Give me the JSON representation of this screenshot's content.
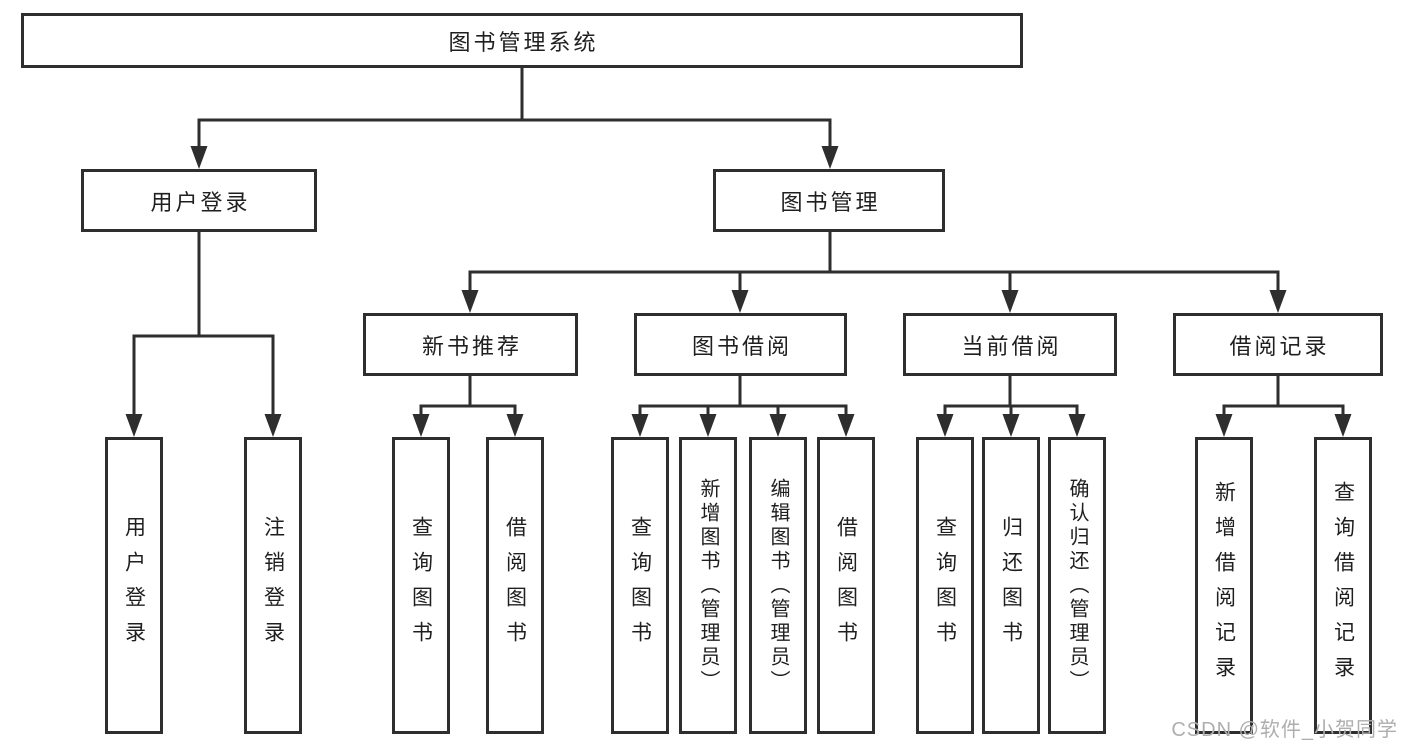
{
  "tree": {
    "label": "图书管理系统",
    "children": [
      {
        "label": "用户登录",
        "children": [
          {
            "label": "用户登录"
          },
          {
            "label": "注销登录"
          }
        ]
      },
      {
        "label": "图书管理",
        "children": [
          {
            "label": "新书推荐",
            "children": [
              {
                "label": "查询图书"
              },
              {
                "label": "借阅图书"
              }
            ]
          },
          {
            "label": "图书借阅",
            "children": [
              {
                "label": "查询图书"
              },
              {
                "label": "新增图书（管理员）"
              },
              {
                "label": "编辑图书（管理员）"
              },
              {
                "label": "借阅图书"
              }
            ]
          },
          {
            "label": "当前借阅",
            "children": [
              {
                "label": "查询图书"
              },
              {
                "label": "归还图书"
              },
              {
                "label": "确认归还（管理员）"
              }
            ]
          },
          {
            "label": "借阅记录",
            "children": [
              {
                "label": "新增借阅记录"
              },
              {
                "label": "查询借阅记录"
              }
            ]
          }
        ]
      }
    ]
  },
  "watermark": "CSDN @软件_小贺同学",
  "colors": {
    "line": "#2e2e2e",
    "text": "#1f1f1f",
    "watermark": "#aeaeae",
    "background": "#ffffff"
  }
}
